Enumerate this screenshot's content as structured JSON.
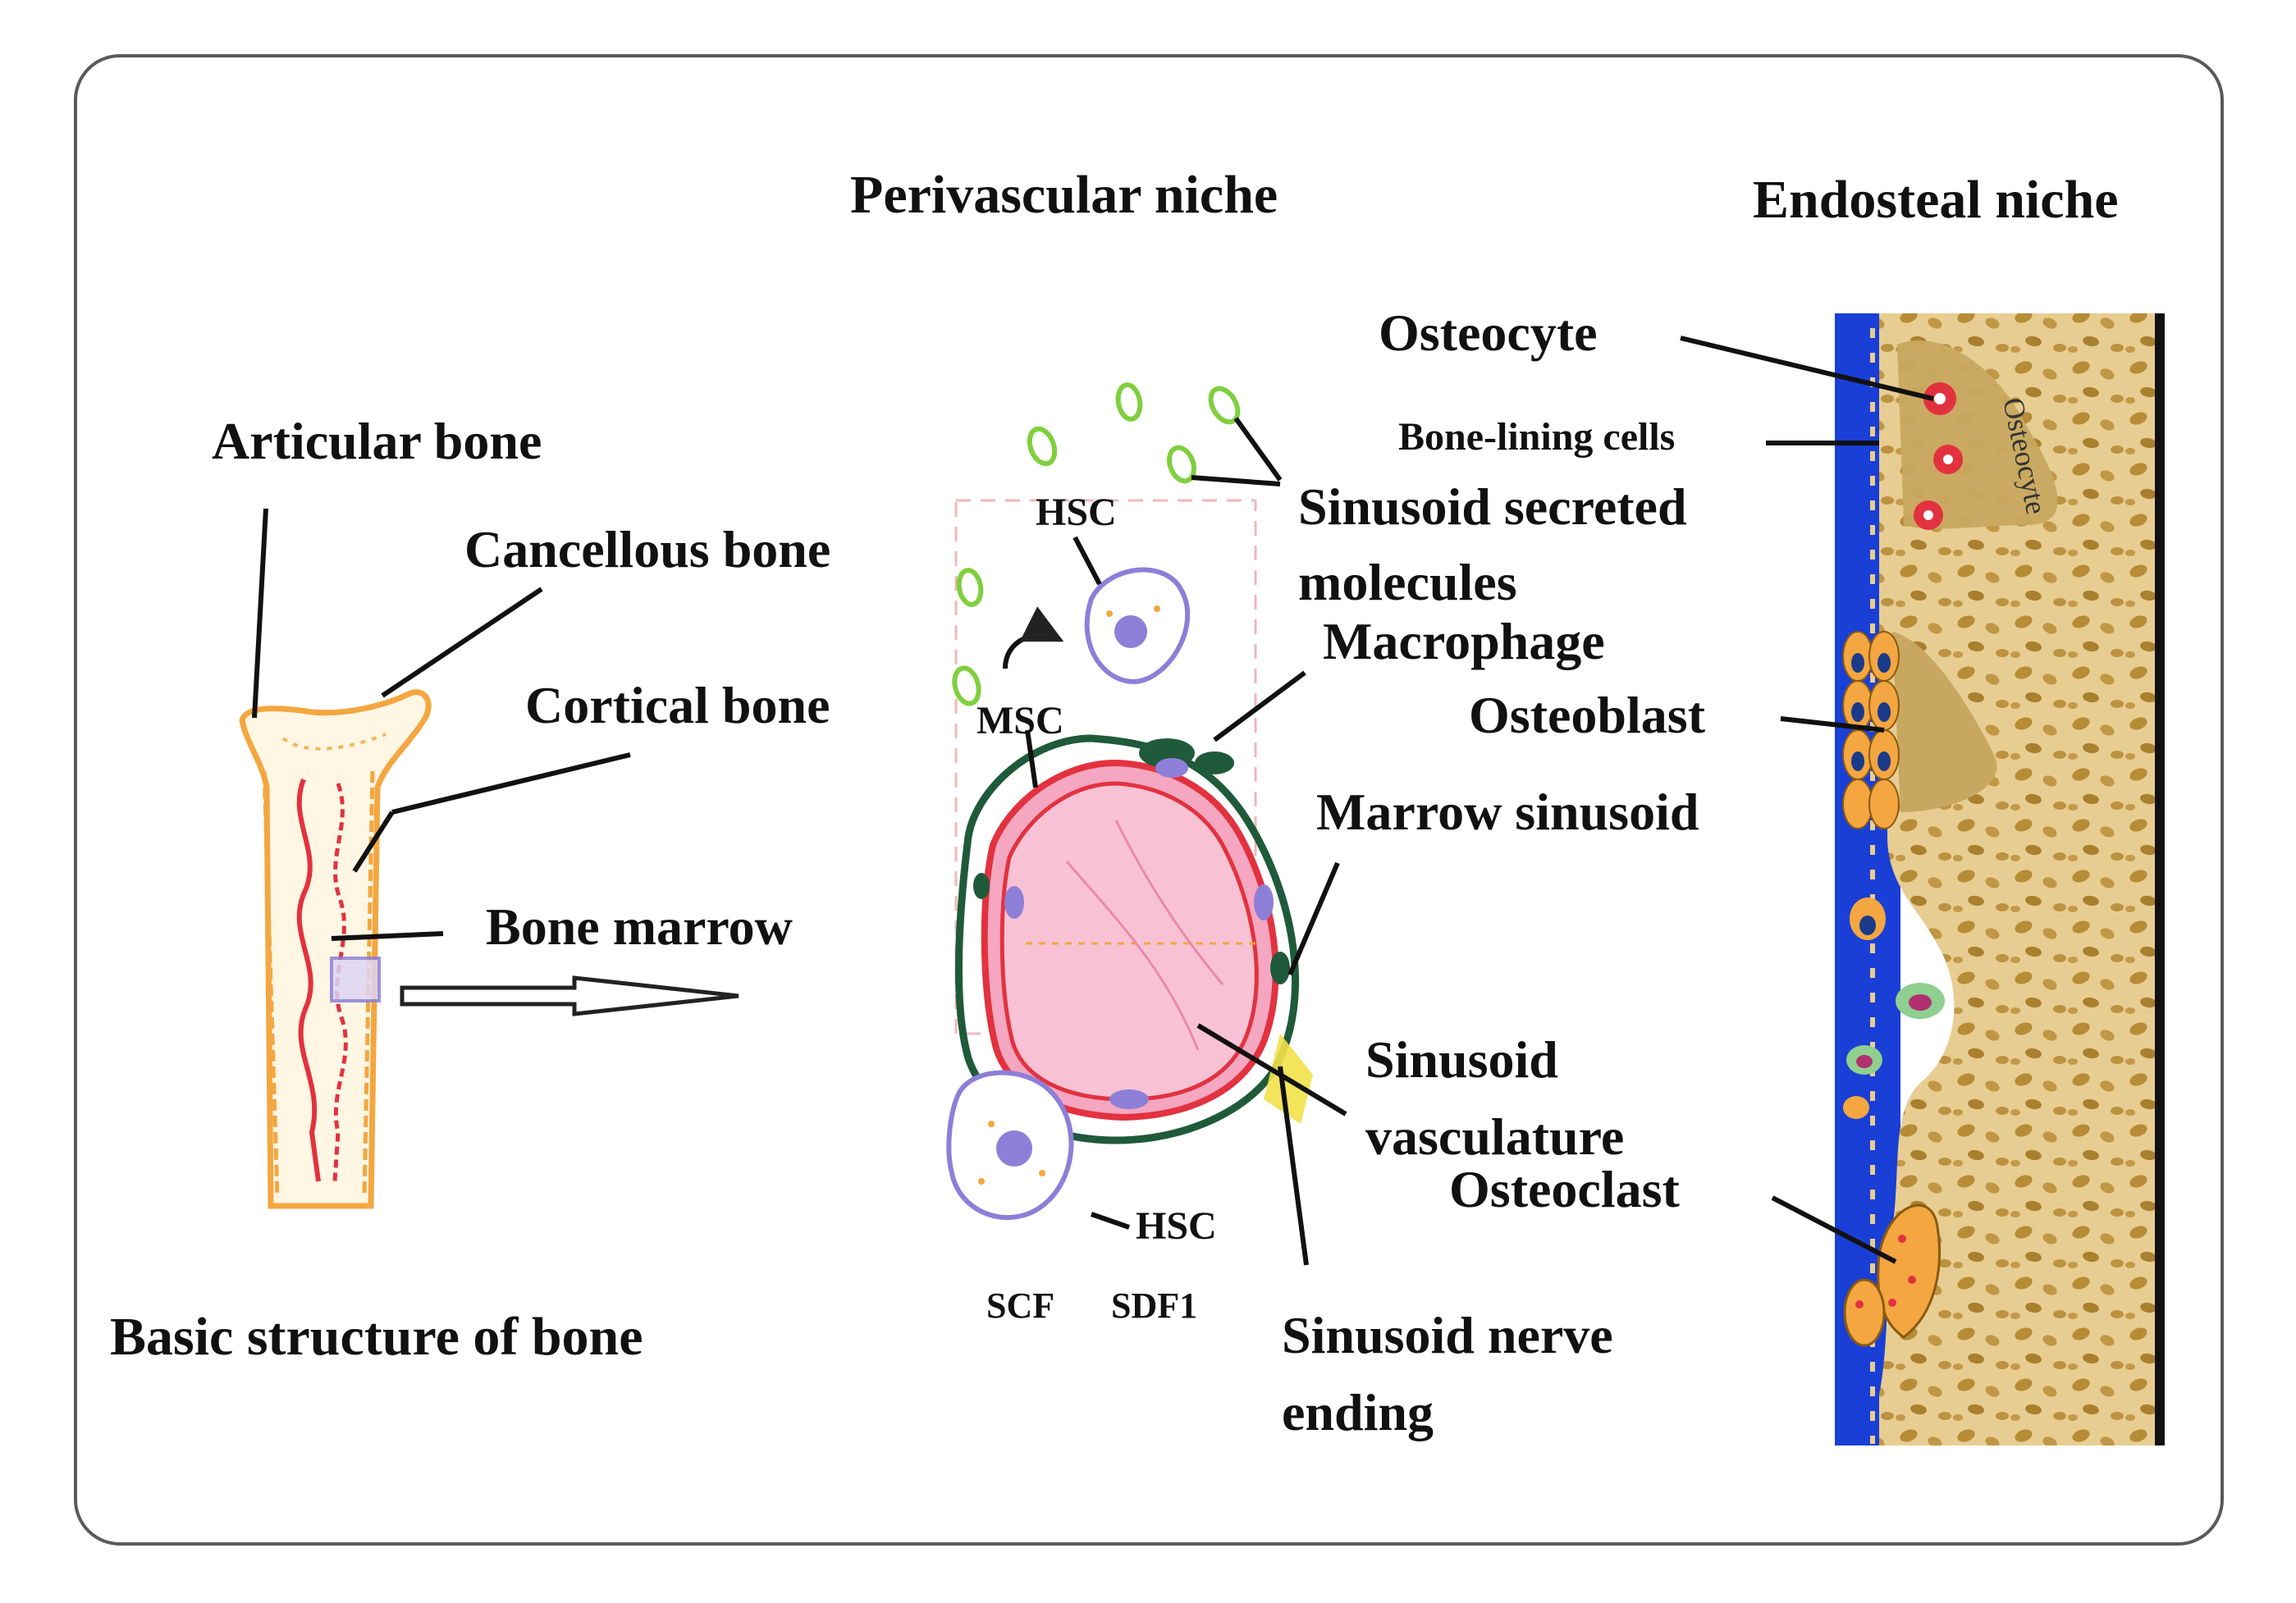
{
  "titles": {
    "perivascular": "Perivascular niche",
    "endosteal": "Endosteal niche",
    "basic": "Basic structure of bone"
  },
  "bone": {
    "articular": "Articular bone",
    "cancellous": "Cancellous bone",
    "cortical": "Cortical bone",
    "marrow": "Bone marrow"
  },
  "perivascular": {
    "hsc_top": "HSC",
    "msc": "MSC",
    "hsc_bottom": "HSC",
    "scf": "SCF",
    "sdf1": "SDF1",
    "secreted_line1": "Sinusoid secreted",
    "secreted_line2": "molecules",
    "macrophage": "Macrophage",
    "marrow_sinusoid": "Marrow sinusoid",
    "vasculature_line1": "Sinusoid",
    "vasculature_line2": "vasculature",
    "nerve_line1": "Sinusoid nerve",
    "nerve_line2": "ending"
  },
  "endosteal": {
    "osteocyte": "Osteocyte",
    "lining": "Bone-lining cells",
    "osteoblast": "Osteoblast",
    "osteoclast": "Osteoclast",
    "osteocyte_vertical": "Osteocyte"
  },
  "colors": {
    "bone_orange": "#f4a640",
    "marrow_red": "#e2323f",
    "sinusoid_pink": "#f5a6c0",
    "macrophage_green": "#1f5a3a",
    "cell_purple": "#8d7fd8",
    "endosteum_blue": "#1a3fd6",
    "bone_tan": "#e6c98b",
    "bone_spot": "#b88f3a"
  }
}
